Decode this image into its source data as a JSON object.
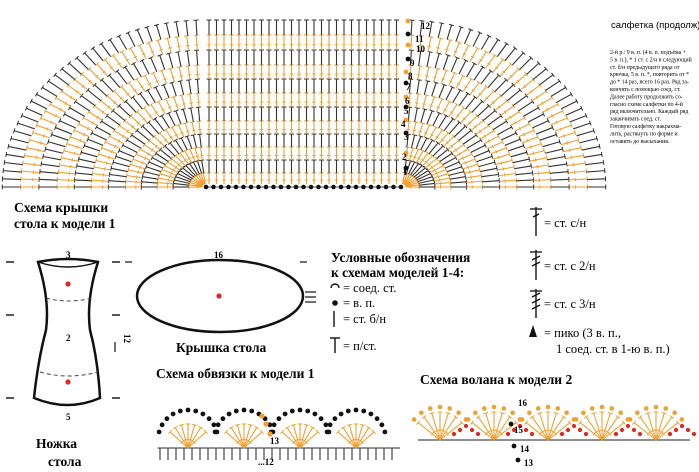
{
  "header": {
    "napkin_title": "салфетка (продолж)"
  },
  "instructions": {
    "lines": [
      "2-й р.: 9 в. п. (4 в. п. подъёма +",
      "5 в. п.), * 1 ст. с 2/н в следующий",
      "ст. б/н предыдущего ряда от",
      "крючка, 5 в. п. *, повторить от *",
      "до * 14 раз, всего 16 раз. Ряд за-",
      "кончить с помощью соед. ст.",
      "Далее работу продолжить со-",
      "гласно схеме салфетки по 4-й",
      "ряд включительно. Каждый ряд",
      "заканчивать соед. ст.",
      "Готовую салфетку накрахма-",
      "лить, растянуть по форме и",
      "оставить до высыхания."
    ]
  },
  "lid_scheme": {
    "title_line1": "Схема крышки",
    "title_line2": "стола к модели 1",
    "row_numbers": [
      "12",
      "11",
      "10",
      "9",
      "8",
      "7",
      "6",
      "5",
      "4",
      "3",
      "2",
      "1"
    ]
  },
  "leg": {
    "title_line1": "Ножка",
    "title_line2": "стола",
    "top_width": "3",
    "middle_width": "2",
    "bottom_width": "5",
    "height": "12"
  },
  "tabletop": {
    "title": "Крышка стола",
    "width": "16"
  },
  "legend": {
    "title_line1": "Условные обозначения",
    "title_line2": "к схемам моделей 1-4:",
    "items": [
      {
        "symbol": "slip-stitch",
        "label": "= соед. ст."
      },
      {
        "symbol": "chain",
        "label": "= в. п."
      },
      {
        "symbol": "single-crochet",
        "label": "= ст. б/н"
      },
      {
        "symbol": "half-double",
        "label": "= п/ст."
      }
    ],
    "right_items": [
      {
        "symbol": "double-crochet",
        "label": "= ст. с/н"
      },
      {
        "symbol": "treble-crochet",
        "label": "= ст. с 2/н"
      },
      {
        "symbol": "double-treble",
        "label": "= ст. с 3/н"
      }
    ],
    "picot_line1": "= пико (3 в. п.,",
    "picot_line2": "1 соед. ст. в 1-ю в. п.)"
  },
  "edging": {
    "title": "Схема обвязки к модели 1",
    "label_13": "13",
    "label_12": "...12"
  },
  "ruffle": {
    "title": "Схема волана к модели 2",
    "labels": [
      "16",
      "15",
      "14",
      "13"
    ]
  },
  "colors": {
    "orange": "#f0a030",
    "red": "#e0281e",
    "black": "#111111",
    "grey": "#555555"
  }
}
